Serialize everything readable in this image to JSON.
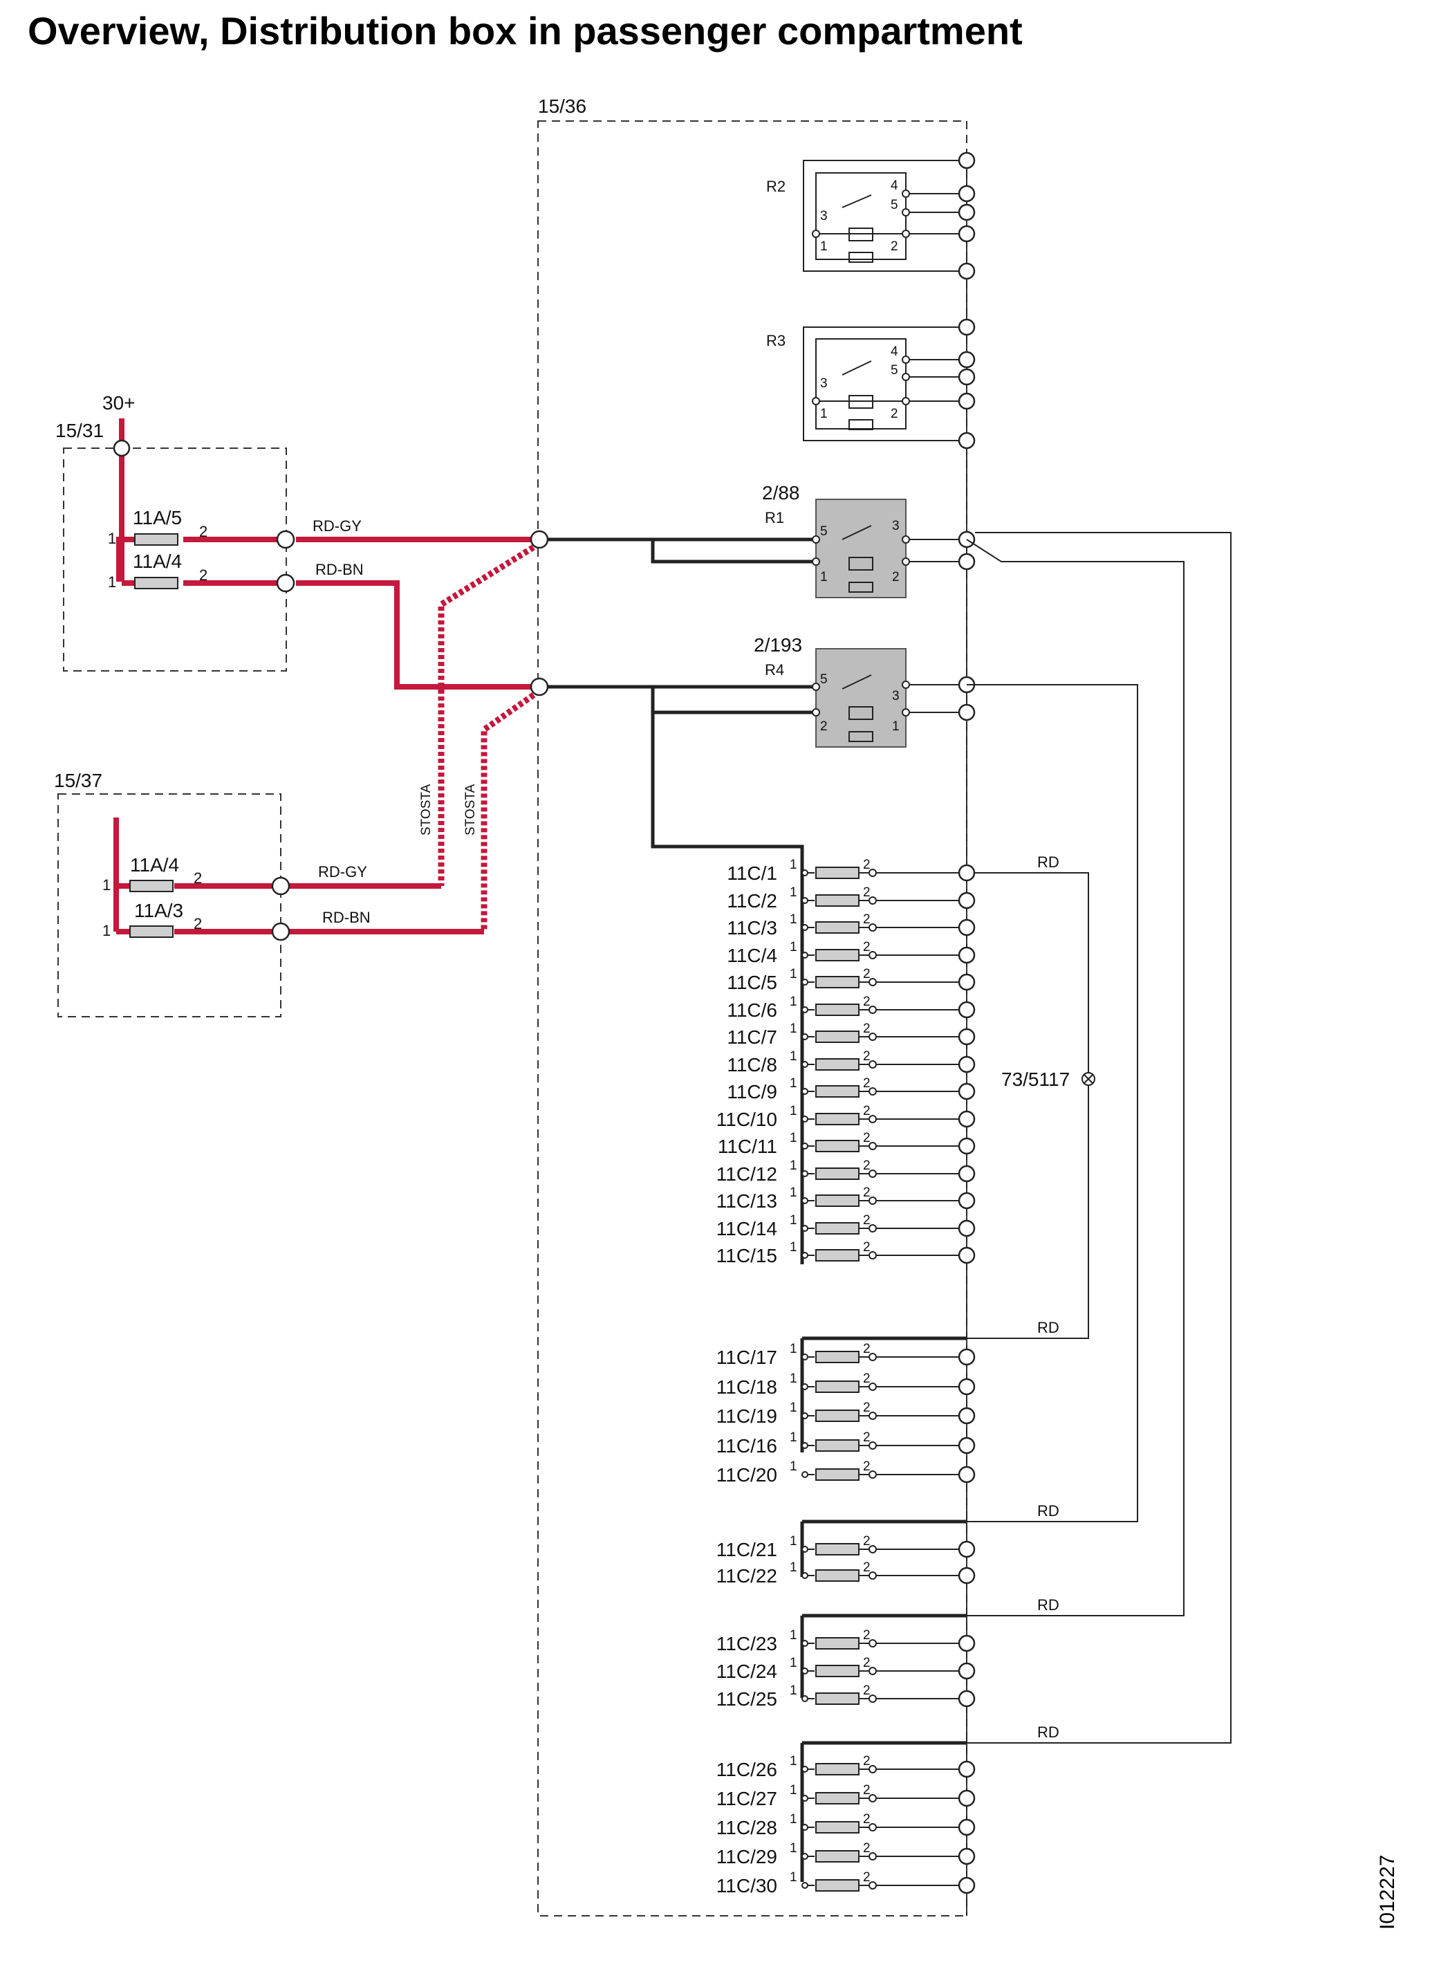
{
  "title": "Overview, Distribution box in passenger compartment",
  "document_id": "I012227",
  "boxes": {
    "main": "15/36",
    "upper_left": "15/31",
    "lower_left": "15/37"
  },
  "supply": "30+",
  "left_fuses_upper": [
    {
      "name": "11A/5",
      "wire": "RD-GY",
      "pin1": "1",
      "pin2": "2"
    },
    {
      "name": "11A/4",
      "wire": "RD-BN",
      "pin1": "1",
      "pin2": "2"
    }
  ],
  "left_fuses_lower": [
    {
      "name": "11A/4",
      "wire": "RD-GY",
      "pin1": "1",
      "pin2": "2"
    },
    {
      "name": "11A/3",
      "wire": "RD-BN",
      "pin1": "1",
      "pin2": "2"
    }
  ],
  "stosta": [
    "STOSTA",
    "STOSTA"
  ],
  "relays": {
    "r2": {
      "name": "R2",
      "pins": [
        "4",
        "5",
        "3",
        "1",
        "2"
      ]
    },
    "r3": {
      "name": "R3",
      "pins": [
        "4",
        "5",
        "3",
        "1",
        "2"
      ]
    },
    "r1": {
      "name": "R1",
      "component": "2/88",
      "pins": [
        "5",
        "3",
        "1",
        "2"
      ]
    },
    "r4": {
      "name": "R4",
      "component": "2/193",
      "pins": [
        "5",
        "3",
        "2",
        "1"
      ]
    }
  },
  "fuse_groups": [
    [
      "11C/1",
      "11C/2",
      "11C/3",
      "11C/4",
      "11C/5",
      "11C/6",
      "11C/7",
      "11C/8",
      "11C/9",
      "11C/10",
      "11C/11",
      "11C/12",
      "11C/13",
      "11C/14",
      "11C/15"
    ],
    [
      "11C/17",
      "11C/18",
      "11C/19",
      "11C/16",
      "11C/20"
    ],
    [
      "11C/21",
      "11C/22"
    ],
    [
      "11C/23",
      "11C/24",
      "11C/25"
    ],
    [
      "11C/26",
      "11C/27",
      "11C/28",
      "11C/29",
      "11C/30"
    ]
  ],
  "fuse_pins": [
    "1",
    "2"
  ],
  "rd_labels": [
    "RD",
    "RD",
    "RD",
    "RD",
    "RD"
  ],
  "ground_point": "73/5117"
}
